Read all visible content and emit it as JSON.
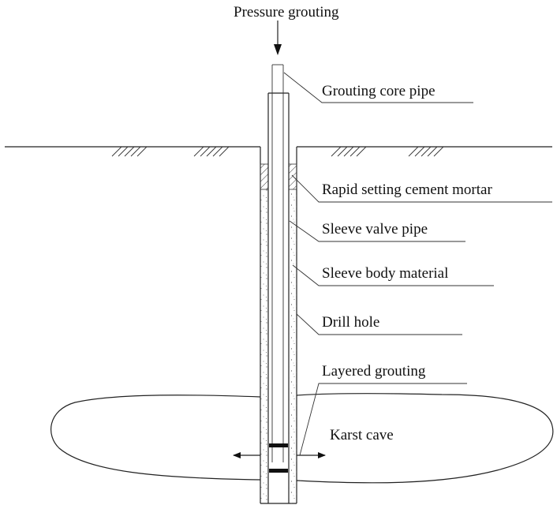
{
  "labels": {
    "pressure_grouting": "Pressure grouting",
    "grouting_core_pipe": "Grouting core pipe",
    "rapid_setting_cement_mortar": "Rapid setting cement mortar",
    "sleeve_valve_pipe": "Sleeve valve pipe",
    "sleeve_body_material": "Sleeve body material",
    "drill_hole": "Drill hole",
    "layered_grouting": "Layered grouting",
    "karst_cave": "Karst cave"
  }
}
